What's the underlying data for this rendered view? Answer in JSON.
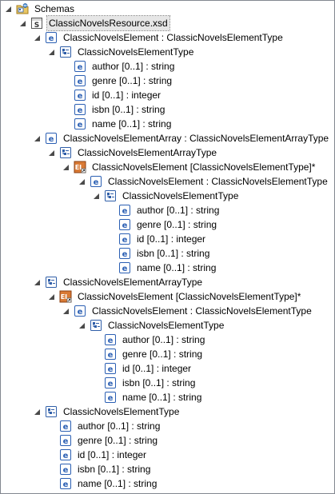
{
  "tree": {
    "rows": [
      {
        "label": "Schemas",
        "icon": "schemas-folder-icon",
        "expanded": true
      },
      {
        "label": "ClassicNovelsResource.xsd",
        "icon": "xsd-file-icon",
        "expanded": true,
        "selected": true
      },
      {
        "label": "ClassicNovelsElement : ClassicNovelsElementType",
        "icon": "element-icon",
        "expanded": true
      },
      {
        "label": "ClassicNovelsElementType",
        "icon": "complex-type-icon",
        "expanded": true
      },
      {
        "label": "author [0..1] : string",
        "icon": "element-icon"
      },
      {
        "label": "genre [0..1] : string",
        "icon": "element-icon"
      },
      {
        "label": "id [0..1] : integer",
        "icon": "element-icon"
      },
      {
        "label": "isbn [0..1] : string",
        "icon": "element-icon"
      },
      {
        "label": "name [0..1] : string",
        "icon": "element-icon"
      },
      {
        "label": "ClassicNovelsElementArray : ClassicNovelsElementArrayType",
        "icon": "element-icon",
        "expanded": true
      },
      {
        "label": "ClassicNovelsElementArrayType",
        "icon": "complex-type-icon",
        "expanded": true
      },
      {
        "label": "ClassicNovelsElement [ClassicNovelsElementType]*",
        "icon": "element-ref-icon",
        "expanded": true
      },
      {
        "label": "ClassicNovelsElement : ClassicNovelsElementType",
        "icon": "element-icon",
        "expanded": true
      },
      {
        "label": "ClassicNovelsElementType",
        "icon": "complex-type-icon",
        "expanded": true
      },
      {
        "label": "author [0..1] : string",
        "icon": "element-icon"
      },
      {
        "label": "genre [0..1] : string",
        "icon": "element-icon"
      },
      {
        "label": "id [0..1] : integer",
        "icon": "element-icon"
      },
      {
        "label": "isbn [0..1] : string",
        "icon": "element-icon"
      },
      {
        "label": "name [0..1] : string",
        "icon": "element-icon"
      },
      {
        "label": "ClassicNovelsElementArrayType",
        "icon": "complex-type-icon",
        "expanded": true
      },
      {
        "label": "ClassicNovelsElement [ClassicNovelsElementType]*",
        "icon": "element-ref-icon",
        "expanded": true
      },
      {
        "label": "ClassicNovelsElement : ClassicNovelsElementType",
        "icon": "element-icon",
        "expanded": true
      },
      {
        "label": "ClassicNovelsElementType",
        "icon": "complex-type-icon",
        "expanded": true
      },
      {
        "label": "author [0..1] : string",
        "icon": "element-icon"
      },
      {
        "label": "genre [0..1] : string",
        "icon": "element-icon"
      },
      {
        "label": "id [0..1] : integer",
        "icon": "element-icon"
      },
      {
        "label": "isbn [0..1] : string",
        "icon": "element-icon"
      },
      {
        "label": "name [0..1] : string",
        "icon": "element-icon"
      },
      {
        "label": "ClassicNovelsElementType",
        "icon": "complex-type-icon",
        "expanded": true
      },
      {
        "label": "author [0..1] : string",
        "icon": "element-icon"
      },
      {
        "label": "genre [0..1] : string",
        "icon": "element-icon"
      },
      {
        "label": "id [0..1] : integer",
        "icon": "element-icon"
      },
      {
        "label": "isbn [0..1] : string",
        "icon": "element-icon"
      },
      {
        "label": "name [0..1] : string",
        "icon": "element-icon"
      }
    ]
  },
  "colors": {
    "element_icon": "#2b5fb3",
    "complex_type_icon": "#2f5ea8",
    "element_ref_icon": "#c0642a",
    "selection_background": "#e6e6e6"
  }
}
